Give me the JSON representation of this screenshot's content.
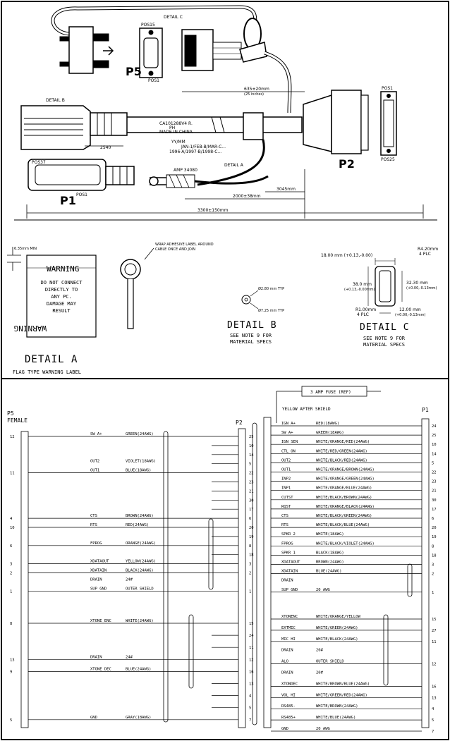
{
  "top": {
    "p5_label": "P5",
    "p1_label": "P1",
    "p2_label": "P2",
    "detail_c_ref": "DETAIL C",
    "detail_b_ref": "DETAIL B",
    "detail_a_ref": "DETAIL A",
    "pos15": "POS15",
    "pos1_a": "POS1",
    "pos1_b": "POS1",
    "pos1_c": "POS1",
    "pos25": "POS25",
    "pos37": "POS37",
    "label_line1": "CA101288V4 R.",
    "label_line2": "PH",
    "label_line3": "MADE IN CHINA",
    "label_line4": "YY/MM",
    "label_line5": "JAN-1/FEB-B/MAR-C...",
    "label_line6": "1996-A/1997-B/1998-C...",
    "amp_part": "AMP 34080",
    "dim_635": "635±20mm",
    "dim_635_sub": "(25 inches)",
    "dim_2540": "2540",
    "dim_3045": "3045mm",
    "dim_2000": "2000±38mm",
    "dim_3300": "3300±150mm"
  },
  "detail_a": {
    "min": "6.35mm MIN",
    "w1": "WARNING",
    "body": [
      "DO NOT CONNECT",
      "DIRECTLY TO",
      "ANY PC.",
      "DAMAGE MAY",
      "RESULT"
    ],
    "w2": "WARNING",
    "wrap_note": [
      "WRAP ADHESIVE LABEL AROUND",
      "CABLE ONCE AND JOIN"
    ],
    "title": "DETAIL A",
    "subtitle": "FLAG TYPE WARNING LABEL"
  },
  "detail_b": {
    "d1": "Ø2.80 mm TYP",
    "d2": "Ø7.25 mm TYP",
    "title": "DETAIL B",
    "note": [
      "SEE NOTE 9 FOR",
      "MATERIAL SPECS"
    ]
  },
  "detail_c": {
    "top_dim": "18.00 mm (+0.13,-0.00)",
    "radius": [
      "R4.20mm",
      "4 PLC"
    ],
    "h1": [
      "38.0 mm",
      "(+0.13,-0.00mm)"
    ],
    "h2": [
      "32.30 mm",
      "(+0.00,-0.13mm)"
    ],
    "r2": [
      "R1.00mm",
      "4 PLC"
    ],
    "w2": [
      "12.00 mm",
      "(+0.00,-0.13mm)"
    ],
    "title": "DETAIL C",
    "note": [
      "SEE NOTE 9 FOR",
      "MATERIAL SPECS"
    ]
  },
  "schematic": {
    "p5_title": [
      "P5",
      "FEMALE"
    ],
    "p2_title": "P2",
    "p1_title": "P1",
    "fuse": "3 AMP FUSE (REF)",
    "yellow": "YELLOW AFTER SHIELD",
    "left_rows": [
      {
        "pin": "12",
        "sig": "SW A+",
        "wire": "GREEN(24AWG)",
        "p2": "25"
      },
      {
        "pin": "",
        "sig": "",
        "wire": "",
        "p2": "10"
      },
      {
        "pin": "",
        "sig": "",
        "wire": "",
        "p2": "14"
      },
      {
        "pin": "",
        "sig": "OUT2",
        "wire": "VIOLET(18AWG)",
        "p2": "5"
      },
      {
        "pin": "11",
        "sig": "OUT1",
        "wire": "BLUE(18AWG)",
        "p2": "22"
      },
      {
        "pin": "",
        "sig": "",
        "wire": "",
        "p2": "23"
      },
      {
        "pin": "",
        "sig": "",
        "wire": "",
        "p2": "21"
      },
      {
        "pin": "",
        "sig": "",
        "wire": "",
        "p2": "30"
      },
      {
        "pin": "",
        "sig": "",
        "wire": "",
        "p2": "17"
      },
      {
        "pin": "4",
        "sig": "CTS",
        "wire": "BROWN(24AWG)",
        "p2": "6"
      },
      {
        "pin": "10",
        "sig": "RTS",
        "wire": "RED(24AWG)",
        "p2": "20"
      },
      {
        "pin": "",
        "sig": "",
        "wire": "",
        "p2": "19"
      },
      {
        "pin": "6",
        "sig": "FPROG",
        "wire": "ORANGE(24AWG)",
        "p2": "8"
      },
      {
        "pin": "",
        "sig": "",
        "wire": "",
        "p2": "18"
      },
      {
        "pin": "3",
        "sig": "XDATAOUT",
        "wire": "YELLOW(24AWG)",
        "p2": "3"
      },
      {
        "pin": "2",
        "sig": "XDATAIN",
        "wire": "BLACK(24AWG)",
        "p2": "2"
      },
      {
        "pin": "",
        "sig": "DRAIN",
        "wire": "24#",
        "p2": ""
      },
      {
        "pin": "1",
        "sig": "SUP GND",
        "wire": "OUTER SHIELD",
        "p2": "1"
      }
    ],
    "left_rows2": [
      {
        "pin": "8",
        "sig": "XTONE ENC",
        "wire": "WHITE(24AWG)",
        "p2": "15"
      },
      {
        "pin": "",
        "sig": "",
        "wire": "",
        "p2": "24"
      },
      {
        "pin": "",
        "sig": "",
        "wire": "",
        "p2": "11"
      },
      {
        "pin": "13",
        "sig": "DRAIN",
        "wire": "24#",
        "p2": "12"
      },
      {
        "pin": "9",
        "sig": "XTONE DEC",
        "wire": "BLUE(24AWG)",
        "p2": "16"
      },
      {
        "pin": "",
        "sig": "",
        "wire": "",
        "p2": "13"
      },
      {
        "pin": "",
        "sig": "",
        "wire": "",
        "p2": "4"
      },
      {
        "pin": "",
        "sig": "",
        "wire": "",
        "p2": "5"
      },
      {
        "pin": "5",
        "sig": "GND",
        "wire": "GRAY(18AWG)",
        "p2": "7"
      }
    ],
    "right_rows": [
      {
        "sig": "IGN A+",
        "wire": "RED(18AWG)",
        "p1": "24"
      },
      {
        "sig": "SW A+",
        "wire": "GREEN(18AWG)",
        "p1": "25"
      },
      {
        "sig": "IGN SEN",
        "wire": "WHITE/ORANGE/RED(24AWG)",
        "p1": "10"
      },
      {
        "sig": "CTL ON",
        "wire": "WHITE/RED/GREEN(24AWG)",
        "p1": "14"
      },
      {
        "sig": "OUT2",
        "wire": "WHITE/BLACK/RED(24AWG)",
        "p1": "5"
      },
      {
        "sig": "OUT1",
        "wire": "WHITE/ORANGE/BROWN(24AWG)",
        "p1": "22"
      },
      {
        "sig": "INP2",
        "wire": "WHITE/ORANGE/GREEN(24AWG)",
        "p1": "23"
      },
      {
        "sig": "INP1",
        "wire": "WHITE/ORANGE/BLUE(24AWG)",
        "p1": "21"
      },
      {
        "sig": "CUTST",
        "wire": "WHITE/BLACK/BROWN(24AWG)",
        "p1": "30"
      },
      {
        "sig": "RQST",
        "wire": "WHITE/ORANGE/BLACK(24AWG)",
        "p1": "17"
      },
      {
        "sig": "CTS",
        "wire": "WHITE/BLACK/GREEN(24AWG)",
        "p1": "6"
      },
      {
        "sig": "RTS",
        "wire": "WHITE/BLACK/BLUE(24AWG)",
        "p1": "20"
      },
      {
        "sig": "SPKR 2",
        "wire": "WHITE(18AWG)",
        "p1": "19"
      },
      {
        "sig": "FPROG",
        "wire": "WHITE/BLACK/VIOLET(24AWG)",
        "p1": "8"
      },
      {
        "sig": "SPKR 1",
        "wire": "BLACK(18AWG)",
        "p1": "18"
      },
      {
        "sig": "XDATAOUT",
        "wire": "BROWN(24AWG)",
        "p1": "3"
      },
      {
        "sig": "XDATAIN",
        "wire": "BLUE(24AWG)",
        "p1": "2"
      },
      {
        "sig": "DRAIN",
        "wire": "",
        "p1": ""
      },
      {
        "sig": "SUP GND",
        "wire": "20 AWG",
        "p1": "1"
      }
    ],
    "right_rows2": [
      {
        "sig": "XTONENC",
        "wire": "WHITE/ORANGE/YELLOW",
        "p1": "15"
      },
      {
        "sig": "EXTMIC",
        "wire": "WHITE/GREEN(24AWG)",
        "p1": "27"
      },
      {
        "sig": "MIC HI",
        "wire": "WHITE/BLACK(24AWG)",
        "p1": "11"
      },
      {
        "sig": "DRAIN",
        "wire": "20#",
        "p1": ""
      },
      {
        "sig": "ALO",
        "wire": "OUTER SHIELD",
        "p1": "12"
      },
      {
        "sig": "DRAIN",
        "wire": "20#",
        "p1": ""
      },
      {
        "sig": "XTONDEC",
        "wire": "WHITE/BROWN/BLUE(24AWG)",
        "p1": "16"
      },
      {
        "sig": "VOL HI",
        "wire": "WHITE/GREEN/RED(24AWG)",
        "p1": "13"
      },
      {
        "sig": "RS485-",
        "wire": "WHITE/BROWN(24AWG)",
        "p1": "4"
      },
      {
        "sig": "RS485+",
        "wire": "WHITE/BLUE(24AWG)",
        "p1": "5"
      },
      {
        "sig": "GND",
        "wire": "20 AWG",
        "p1": "7"
      }
    ]
  }
}
